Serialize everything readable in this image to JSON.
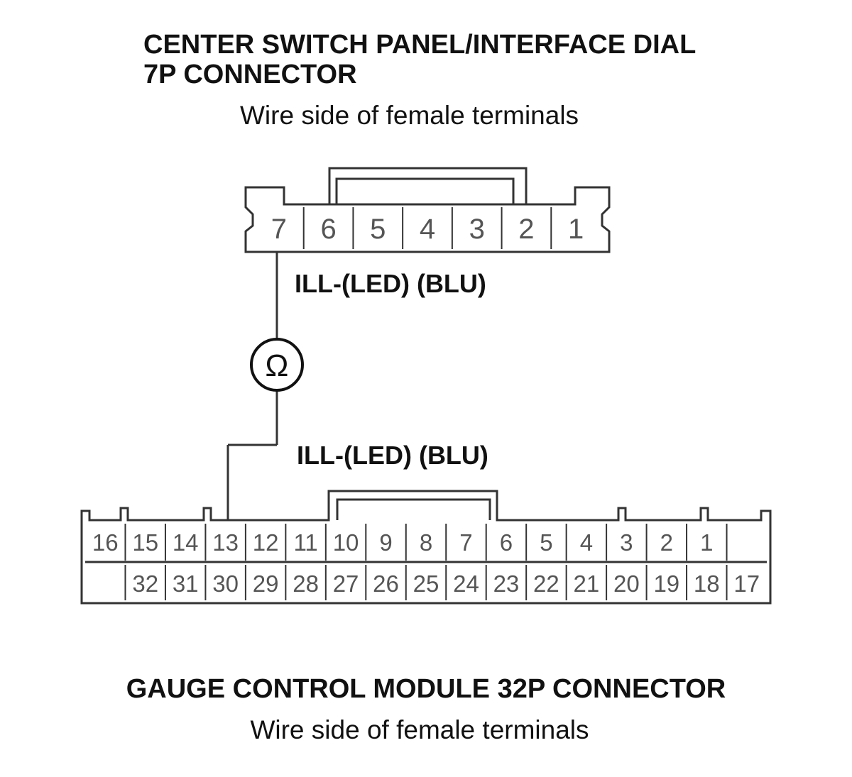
{
  "top_connector": {
    "title_line1": "CENTER SWITCH PANEL/INTERFACE DIAL",
    "title_line2": "7P CONNECTOR",
    "subtitle": "Wire side of female terminals",
    "pins": [
      "7",
      "6",
      "5",
      "4",
      "3",
      "2",
      "1"
    ]
  },
  "wire": {
    "label_top": "ILL-(LED) (BLU)",
    "label_bottom": "ILL-(LED) (BLU)",
    "meter_symbol": "Ω",
    "meter_icon": "ohmmeter-icon"
  },
  "bottom_connector": {
    "title": "GAUGE CONTROL MODULE 32P CONNECTOR",
    "subtitle": "Wire side of female terminals",
    "row1": [
      "16",
      "15",
      "14",
      "13",
      "12",
      "11",
      "10",
      "9",
      "8",
      "7",
      "6",
      "5",
      "4",
      "3",
      "2",
      "1",
      ""
    ],
    "row2": [
      "",
      "32",
      "31",
      "30",
      "29",
      "28",
      "27",
      "26",
      "25",
      "24",
      "23",
      "22",
      "21",
      "20",
      "19",
      "18",
      "17"
    ]
  },
  "colors": {
    "line": "#333333",
    "text": "#111111",
    "pin_text": "#555555"
  }
}
